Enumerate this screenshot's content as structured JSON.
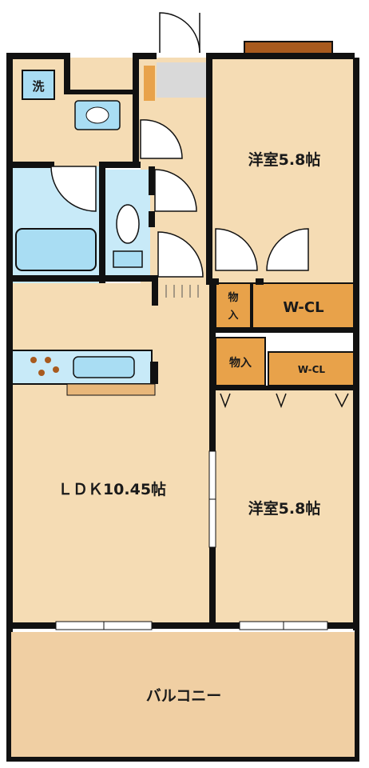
{
  "rooms": {
    "bedroom_north": "洋室5.8帖",
    "bedroom_south": "洋室5.8帖",
    "ldk": "ＬＤＫ10.45帖",
    "balcony": "バルコニー",
    "wcl_large": "W-CL",
    "wcl_small": "W-CL",
    "storage_upper": "物入",
    "storage_lower": "物入",
    "washer": "洗"
  },
  "colors": {
    "floor": "#f5dcb4",
    "balcony": "#f0cfa3",
    "closet": "#e8a24a",
    "wet_area": "#c8eaf8",
    "fixture": "#a9ddf3",
    "wall": "#111111",
    "entry_tile": "#d9d9d9",
    "stove": "#a85a1e"
  }
}
